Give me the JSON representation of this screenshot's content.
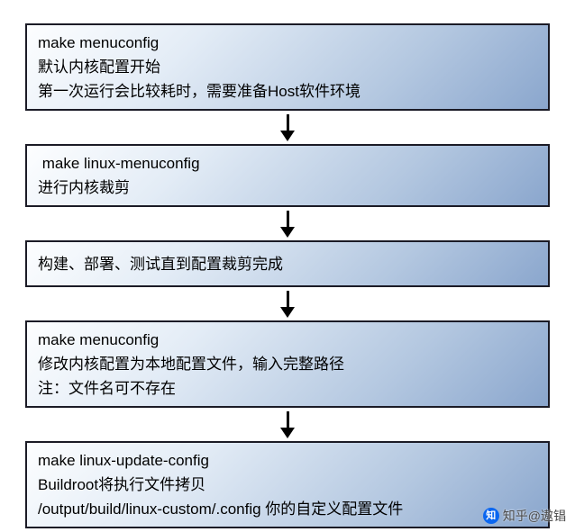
{
  "flow": {
    "boxes": [
      {
        "lines": [
          "make menuconfig",
          "默认内核配置开始",
          "第一次运行会比较耗时，需要准备Host软件环境"
        ]
      },
      {
        "lines": [
          " make linux-menuconfig",
          "进行内核裁剪"
        ]
      },
      {
        "lines": [
          "构建、部署、测试直到配置裁剪完成"
        ]
      },
      {
        "lines": [
          "make menuconfig",
          "修改内核配置为本地配置文件，输入完整路径",
          "注：文件名可不存在"
        ]
      },
      {
        "lines": [
          "make linux-update-config",
          "Buildroot将执行文件拷贝",
          "/output/build/linux-custom/.config 你的自定义配置文件"
        ]
      }
    ]
  },
  "watermark": {
    "icon_glyph": "知",
    "text": "知乎@遨锠"
  },
  "colors": {
    "box_gradient_light": "#fdfeff",
    "box_gradient_dark": "#8aa6cd",
    "box_border": "#1b1b26",
    "arrow": "#000000",
    "zhihu_blue": "#0a66f0"
  }
}
